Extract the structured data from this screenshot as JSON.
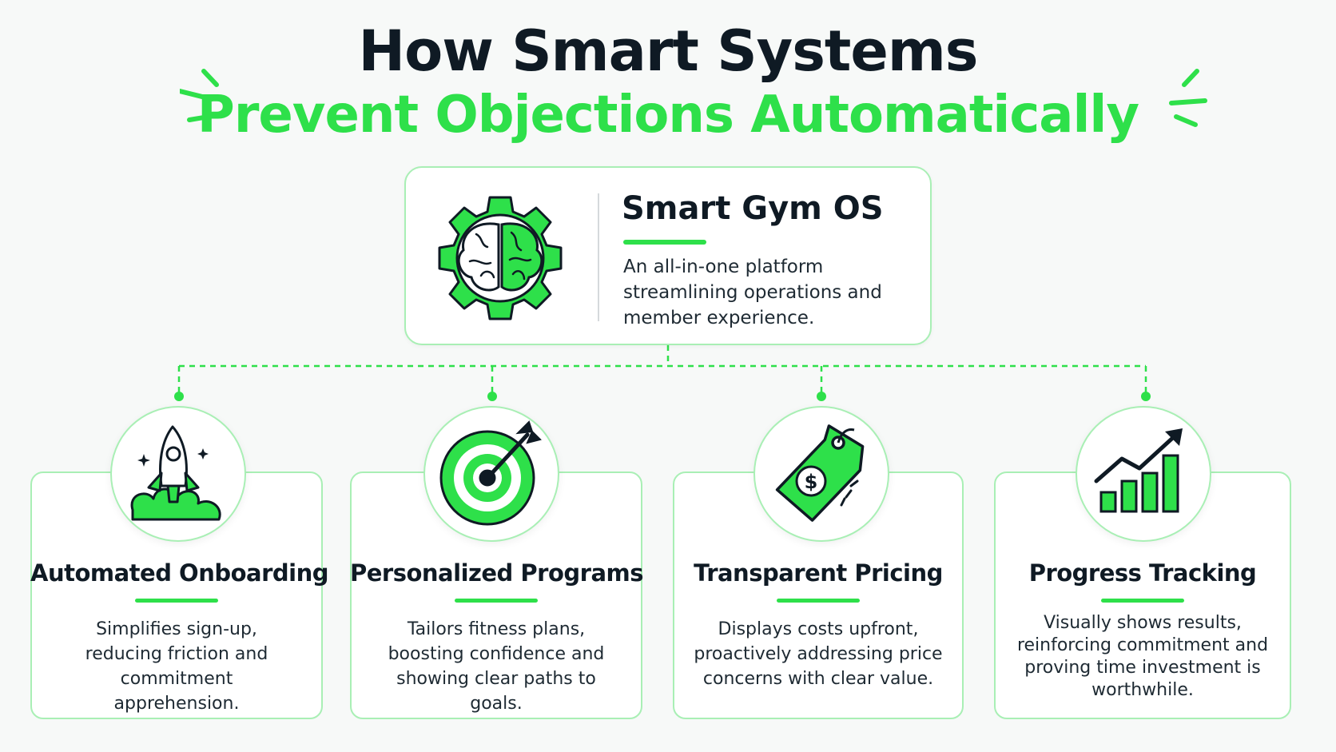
{
  "title": {
    "line1": "How Smart Systems",
    "line2": "Prevent Objections Automatically"
  },
  "hub": {
    "icon": "brain-gear-icon",
    "title": "Smart Gym OS",
    "description": "An all-in-one platform streamlining operations and member experience."
  },
  "features": [
    {
      "icon": "rocket-icon",
      "title": "Automated Onboarding",
      "description": "Simplifies sign-up, reducing friction and commitment apprehension."
    },
    {
      "icon": "target-arrow-icon",
      "title": "Personalized Programs",
      "description": "Tailors fitness plans, boosting confidence and showing clear paths to goals."
    },
    {
      "icon": "price-tag-icon",
      "title": "Transparent Pricing",
      "description": "Displays costs upfront, proactively addressing price concerns with clear value."
    },
    {
      "icon": "growth-chart-icon",
      "title": "Progress Tracking",
      "description": "Visually shows results, reinforcing commitment and proving time investment is worthwhile."
    }
  ],
  "colors": {
    "accent": "#2ee04a",
    "dark": "#0f1a24",
    "border": "#a9efb5",
    "background": "#f7f9f8"
  }
}
